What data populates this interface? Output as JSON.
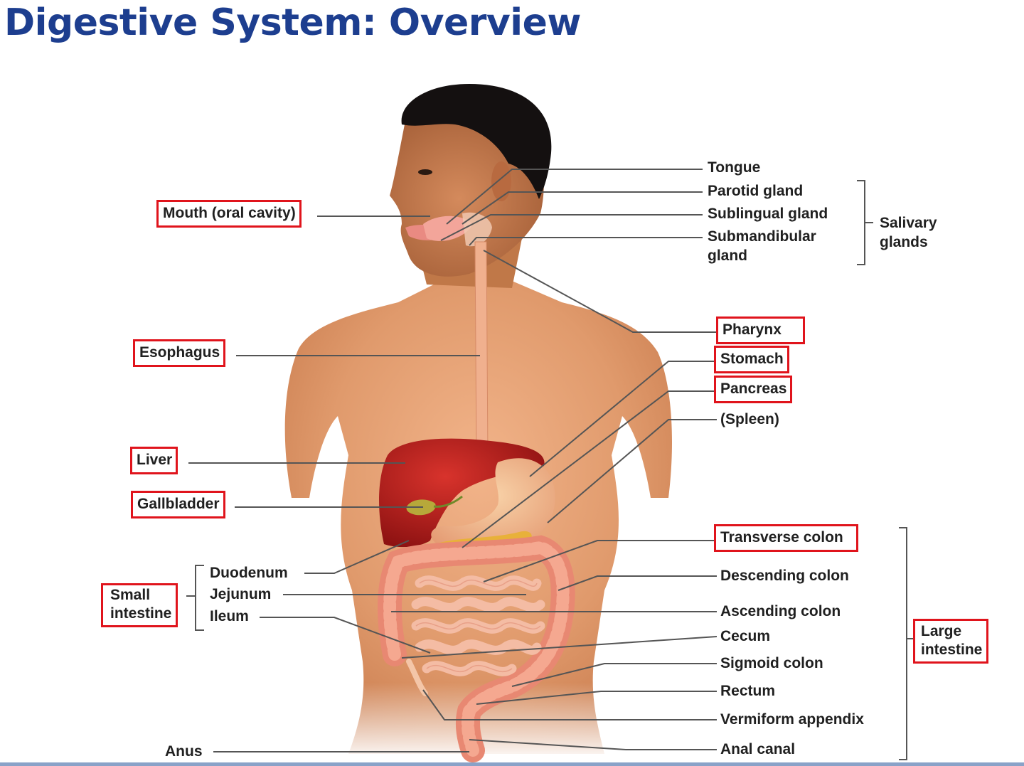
{
  "title": "Digestive System: Overview",
  "colors": {
    "title": "#1d3e8f",
    "highlight_box": "#e0141c",
    "leader_line": "#555555"
  },
  "labels_left": {
    "mouth": "Mouth (oral cavity)",
    "esophagus": "Esophagus",
    "liver": "Liver",
    "gallbladder": "Gallbladder",
    "small_intestine": [
      "Small",
      "intestine"
    ],
    "duodenum": "Duodenum",
    "jejunum": "Jejunum",
    "ileum": "Ileum",
    "anus": "Anus"
  },
  "labels_right": {
    "tongue": "Tongue",
    "parotid": "Parotid gland",
    "sublingual": "Sublingual gland",
    "submandibular": [
      "Submandibular",
      "gland"
    ],
    "salivary": [
      "Salivary",
      "glands"
    ],
    "pharynx": "Pharynx",
    "stomach": "Stomach",
    "pancreas": "Pancreas",
    "spleen": "(Spleen)",
    "transverse_colon": "Transverse colon",
    "descending_colon": "Descending colon",
    "ascending_colon": "Ascending colon",
    "cecum": "Cecum",
    "sigmoid_colon": "Sigmoid colon",
    "rectum": "Rectum",
    "appendix": "Vermiform appendix",
    "anal_canal": "Anal canal",
    "large_intestine": [
      "Large",
      "intestine"
    ]
  },
  "highlighted": [
    "Mouth (oral cavity)",
    "Esophagus",
    "Liver",
    "Gallbladder",
    "Small intestine",
    "Pharynx",
    "Stomach",
    "Pancreas",
    "Transverse colon",
    "Large intestine"
  ]
}
